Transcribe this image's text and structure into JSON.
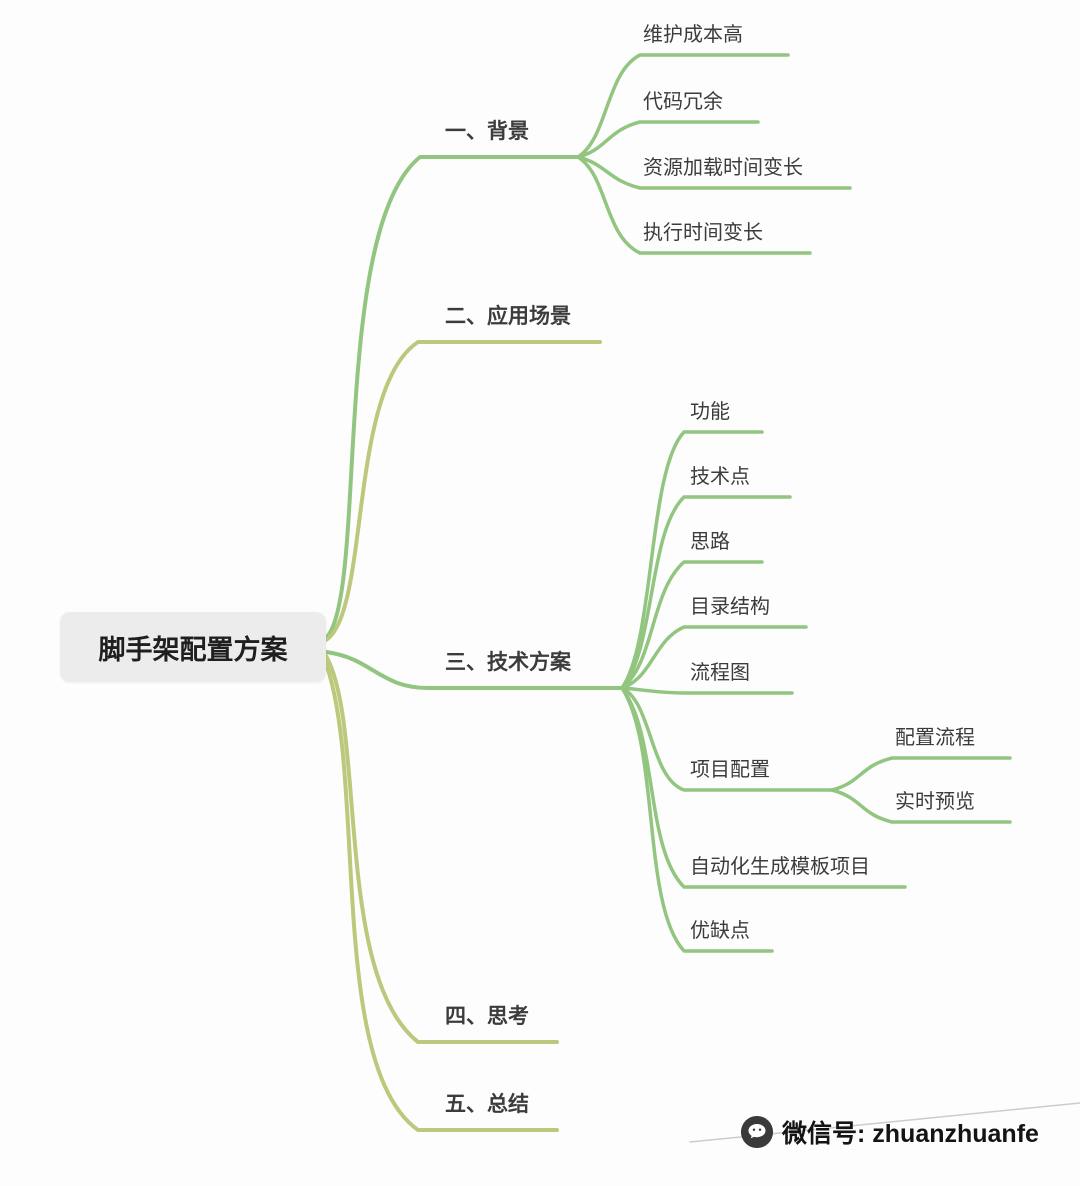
{
  "colors": {
    "branch_green": "#92c57f",
    "branch_olive": "#bcc87b",
    "text": "#3c3c3c",
    "root_bg": "#ececec"
  },
  "mindmap": {
    "root": {
      "label": "脚手架配置方案"
    },
    "branches": [
      {
        "label": "一、背景",
        "children": [
          {
            "label": "维护成本高"
          },
          {
            "label": "代码冗余"
          },
          {
            "label": "资源加载时间变长"
          },
          {
            "label": "执行时间变长"
          }
        ]
      },
      {
        "label": "二、应用场景",
        "children": []
      },
      {
        "label": "三、技术方案",
        "children": [
          {
            "label": "功能"
          },
          {
            "label": "技术点"
          },
          {
            "label": "思路"
          },
          {
            "label": "目录结构"
          },
          {
            "label": "流程图"
          },
          {
            "label": "项目配置",
            "children": [
              {
                "label": "配置流程"
              },
              {
                "label": "实时预览"
              }
            ]
          },
          {
            "label": "自动化生成模板项目"
          },
          {
            "label": "优缺点"
          }
        ]
      },
      {
        "label": "四、思考",
        "children": []
      },
      {
        "label": "五、总结",
        "children": []
      }
    ]
  },
  "watermark": {
    "label": "微信号: zhuanzhuanfe",
    "icon": "wechat-icon"
  }
}
